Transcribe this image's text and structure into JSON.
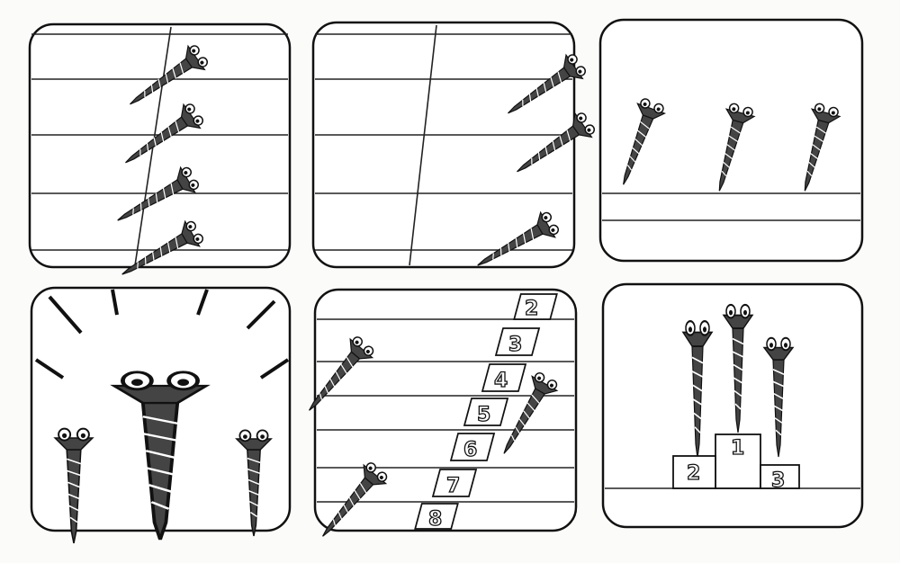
{
  "comic": {
    "panel_count": 6,
    "lane_numbers": [
      "2",
      "3",
      "4",
      "5",
      "6",
      "7",
      "8"
    ],
    "podium": {
      "first": "1",
      "second": "2",
      "third": "3"
    }
  },
  "colors": {
    "ink": "#111111",
    "paper": "#ffffff",
    "background": "#fbfbfa"
  }
}
